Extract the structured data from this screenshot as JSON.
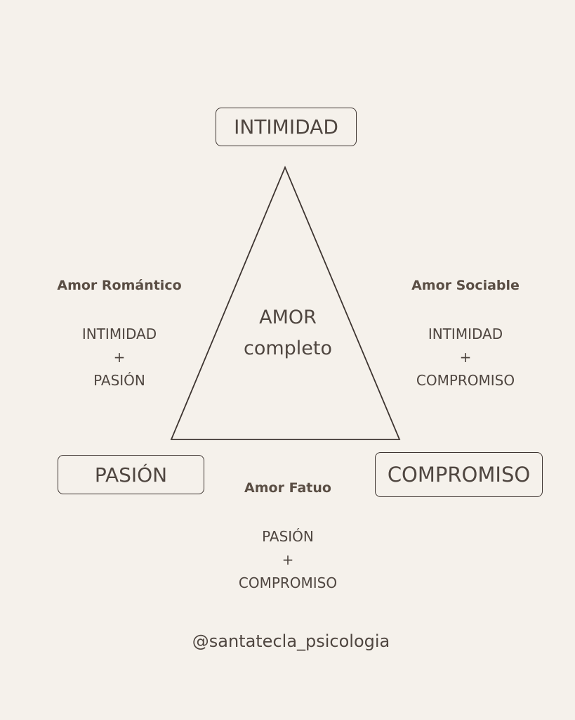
{
  "vertices": {
    "top": "INTIMIDAD",
    "left": "PASIÓN",
    "right": "COMPROMISO"
  },
  "center": {
    "line1": "AMOR",
    "line2": "completo"
  },
  "combinations": {
    "left": {
      "title": "Amor Romántico",
      "a": "INTIMIDAD",
      "plus": "+",
      "b": "PASIÓN"
    },
    "right": {
      "title": "Amor Sociable",
      "a": "INTIMIDAD",
      "plus": "+",
      "b": "COMPROMISO"
    },
    "bottom": {
      "title": "Amor Fatuo",
      "a": "PASIÓN",
      "plus": "+",
      "b": "COMPROMISO"
    }
  },
  "footer": "@santatecla_psicologia",
  "colors": {
    "background": "#f5f1eb",
    "text": "#4f4640",
    "stroke": "#3e3531"
  }
}
